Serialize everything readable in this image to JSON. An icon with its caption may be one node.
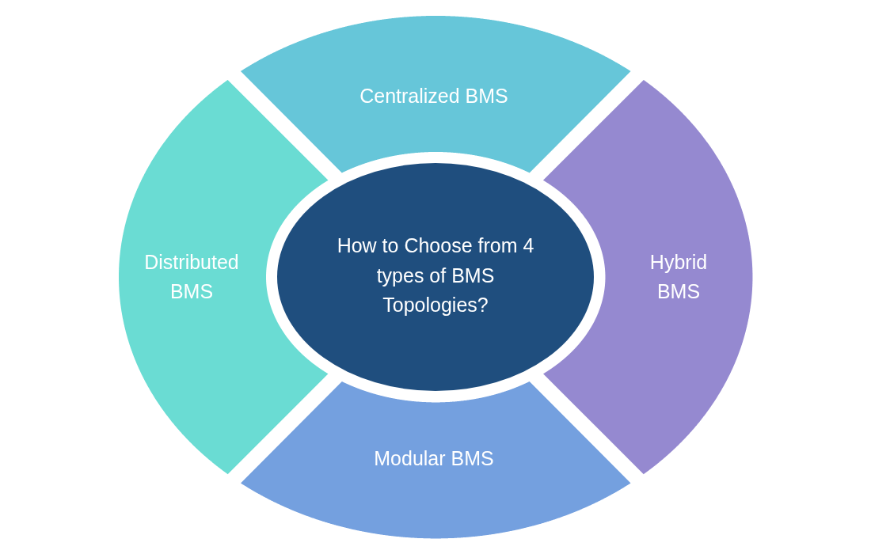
{
  "diagram": {
    "nodes": [
      {
        "text": [
          "Centralized BMS"
        ]
      },
      {
        "text": [
          "Distributed BMS"
        ]
      },
      {
        "text": [
          "How to Choose from 4 types of BMS Topologies?"
        ]
      },
      {
        "text": [
          "Hybrid BMS"
        ]
      },
      {
        "text": [
          "Modular BMS"
        ]
      }
    ]
  }
}
